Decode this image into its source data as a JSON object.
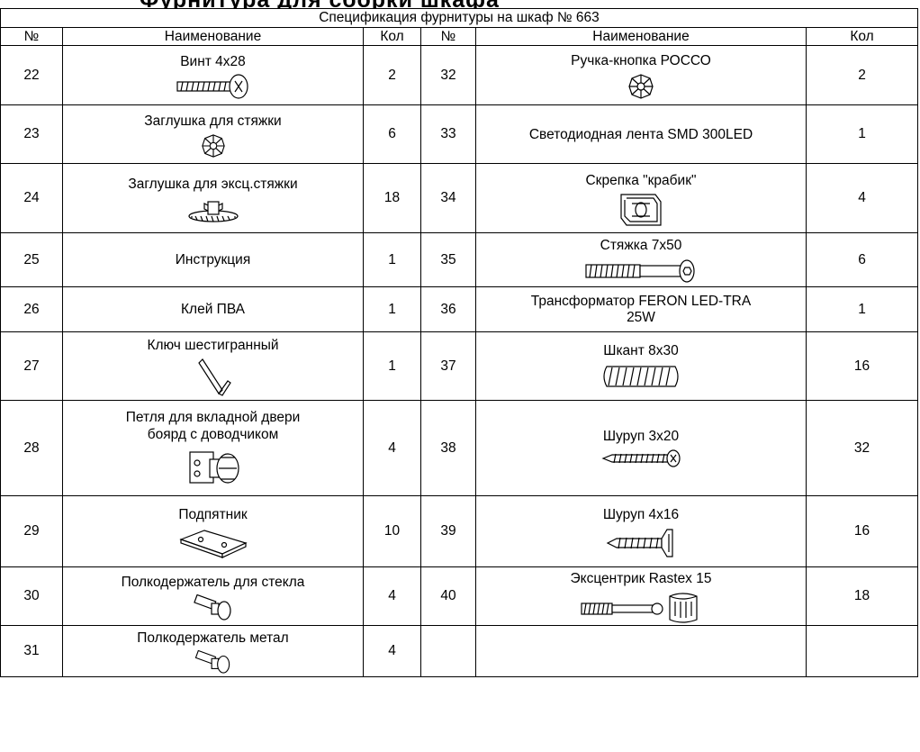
{
  "page_heading": "Фурнитура для сборки шкафа",
  "table": {
    "title": "Спецификация фурнитуры на шкаф № 663",
    "headers": {
      "num": "№",
      "name": "Наименование",
      "qty": "Кол"
    },
    "left": [
      {
        "num": "22",
        "name": "Винт 4х28",
        "qty": "2",
        "icon": "screw-icon"
      },
      {
        "num": "23",
        "name": "Заглушка для стяжки",
        "qty": "6",
        "icon": "cap-icon"
      },
      {
        "num": "24",
        "name": "Заглушка для эксц.стяжки",
        "qty": "18",
        "icon": "eccentric-cap-icon"
      },
      {
        "num": "25",
        "name": "Инструкция",
        "qty": "1"
      },
      {
        "num": "26",
        "name": "Клей ПВА",
        "qty": "1"
      },
      {
        "num": "27",
        "name": "Ключ шестигранный",
        "qty": "1",
        "icon": "hex-key-icon"
      },
      {
        "num": "28",
        "name_line1": "Петля для вкладной двери",
        "name_line2": "боярд с доводчиком",
        "qty": "4",
        "icon": "hinge-icon"
      },
      {
        "num": "29",
        "name": "Подпятник",
        "qty": "10",
        "icon": "foot-pad-icon"
      },
      {
        "num": "30",
        "name": "Полкодержатель для стекла",
        "qty": "4",
        "icon": "shelf-support-icon"
      },
      {
        "num": "31",
        "name": "Полкодержатель метал",
        "qty": "4",
        "icon": "shelf-support-icon"
      }
    ],
    "right": [
      {
        "num": "32",
        "name": "Ручка-кнопка РОССО",
        "qty": "2",
        "icon": "knob-icon"
      },
      {
        "num": "33",
        "name": "Светодиодная лента SMD 300LED",
        "qty": "1"
      },
      {
        "num": "34",
        "name": "Скрепка \"крабик\"",
        "qty": "4",
        "icon": "clip-icon"
      },
      {
        "num": "35",
        "name": "Стяжка 7х50",
        "qty": "6",
        "icon": "confirmat-icon"
      },
      {
        "num": "36",
        "name_line1": "Трансформатор FERON LED-TRA",
        "name_line2": "25W",
        "qty": "1"
      },
      {
        "num": "37",
        "name": "Шкант 8х30",
        "qty": "16",
        "icon": "dowel-icon"
      },
      {
        "num": "38",
        "name": "Шуруп 3х20",
        "qty": "32",
        "icon": "wood-screw-icon"
      },
      {
        "num": "39",
        "name": "Шуруп 4х16",
        "qty": "16",
        "icon": "wood-screw-icon"
      },
      {
        "num": "40",
        "name": "Эксцентрик Rastex 15",
        "qty": "18",
        "icon": "eccentric-icon"
      }
    ]
  }
}
